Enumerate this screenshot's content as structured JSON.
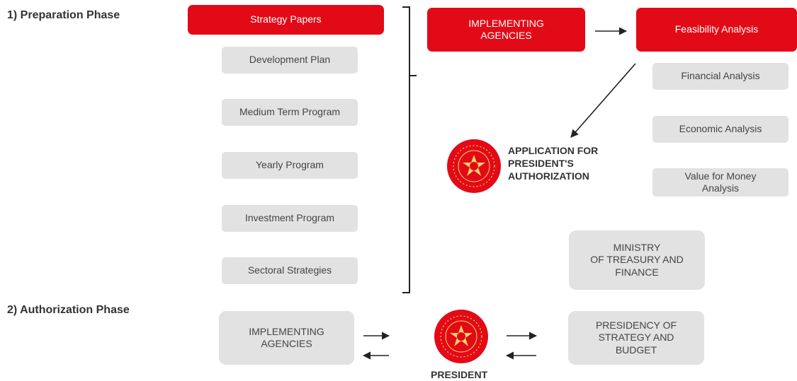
{
  "phases": {
    "preparation": "1) Preparation Phase",
    "authorization": "2) Authorization Phase"
  },
  "left_column": {
    "strategy_papers": "Strategy Papers",
    "items": [
      "Development Plan",
      "Medium Term Program",
      "Yearly Program",
      "Investment Program",
      "Sectoral Strategies"
    ]
  },
  "implementing_agencies_top": [
    "IMPLEMENTING",
    "AGENCIES"
  ],
  "feasibility": {
    "title": "Feasibility Analysis",
    "financial": "Financial Analysis",
    "economic": "Economic Analysis",
    "value_for_money": [
      "Value for Money",
      "Analysis"
    ]
  },
  "application": [
    "APPLICATION FOR",
    "PRESIDENT'S",
    "AUTHORIZATION"
  ],
  "ministry": [
    "MINISTRY",
    "OF TREASURY AND",
    "FINANCE"
  ],
  "authorization": {
    "implementing_agencies": [
      "IMPLEMENTING",
      "AGENCIES"
    ],
    "president": "PRESIDENT",
    "presidency": [
      "PRESIDENCY OF",
      "STRATEGY AND",
      "BUDGET"
    ]
  },
  "colors": {
    "accent_red": "#e30a17",
    "box_grey": "#e2e2e2",
    "text_dark": "#333333"
  }
}
